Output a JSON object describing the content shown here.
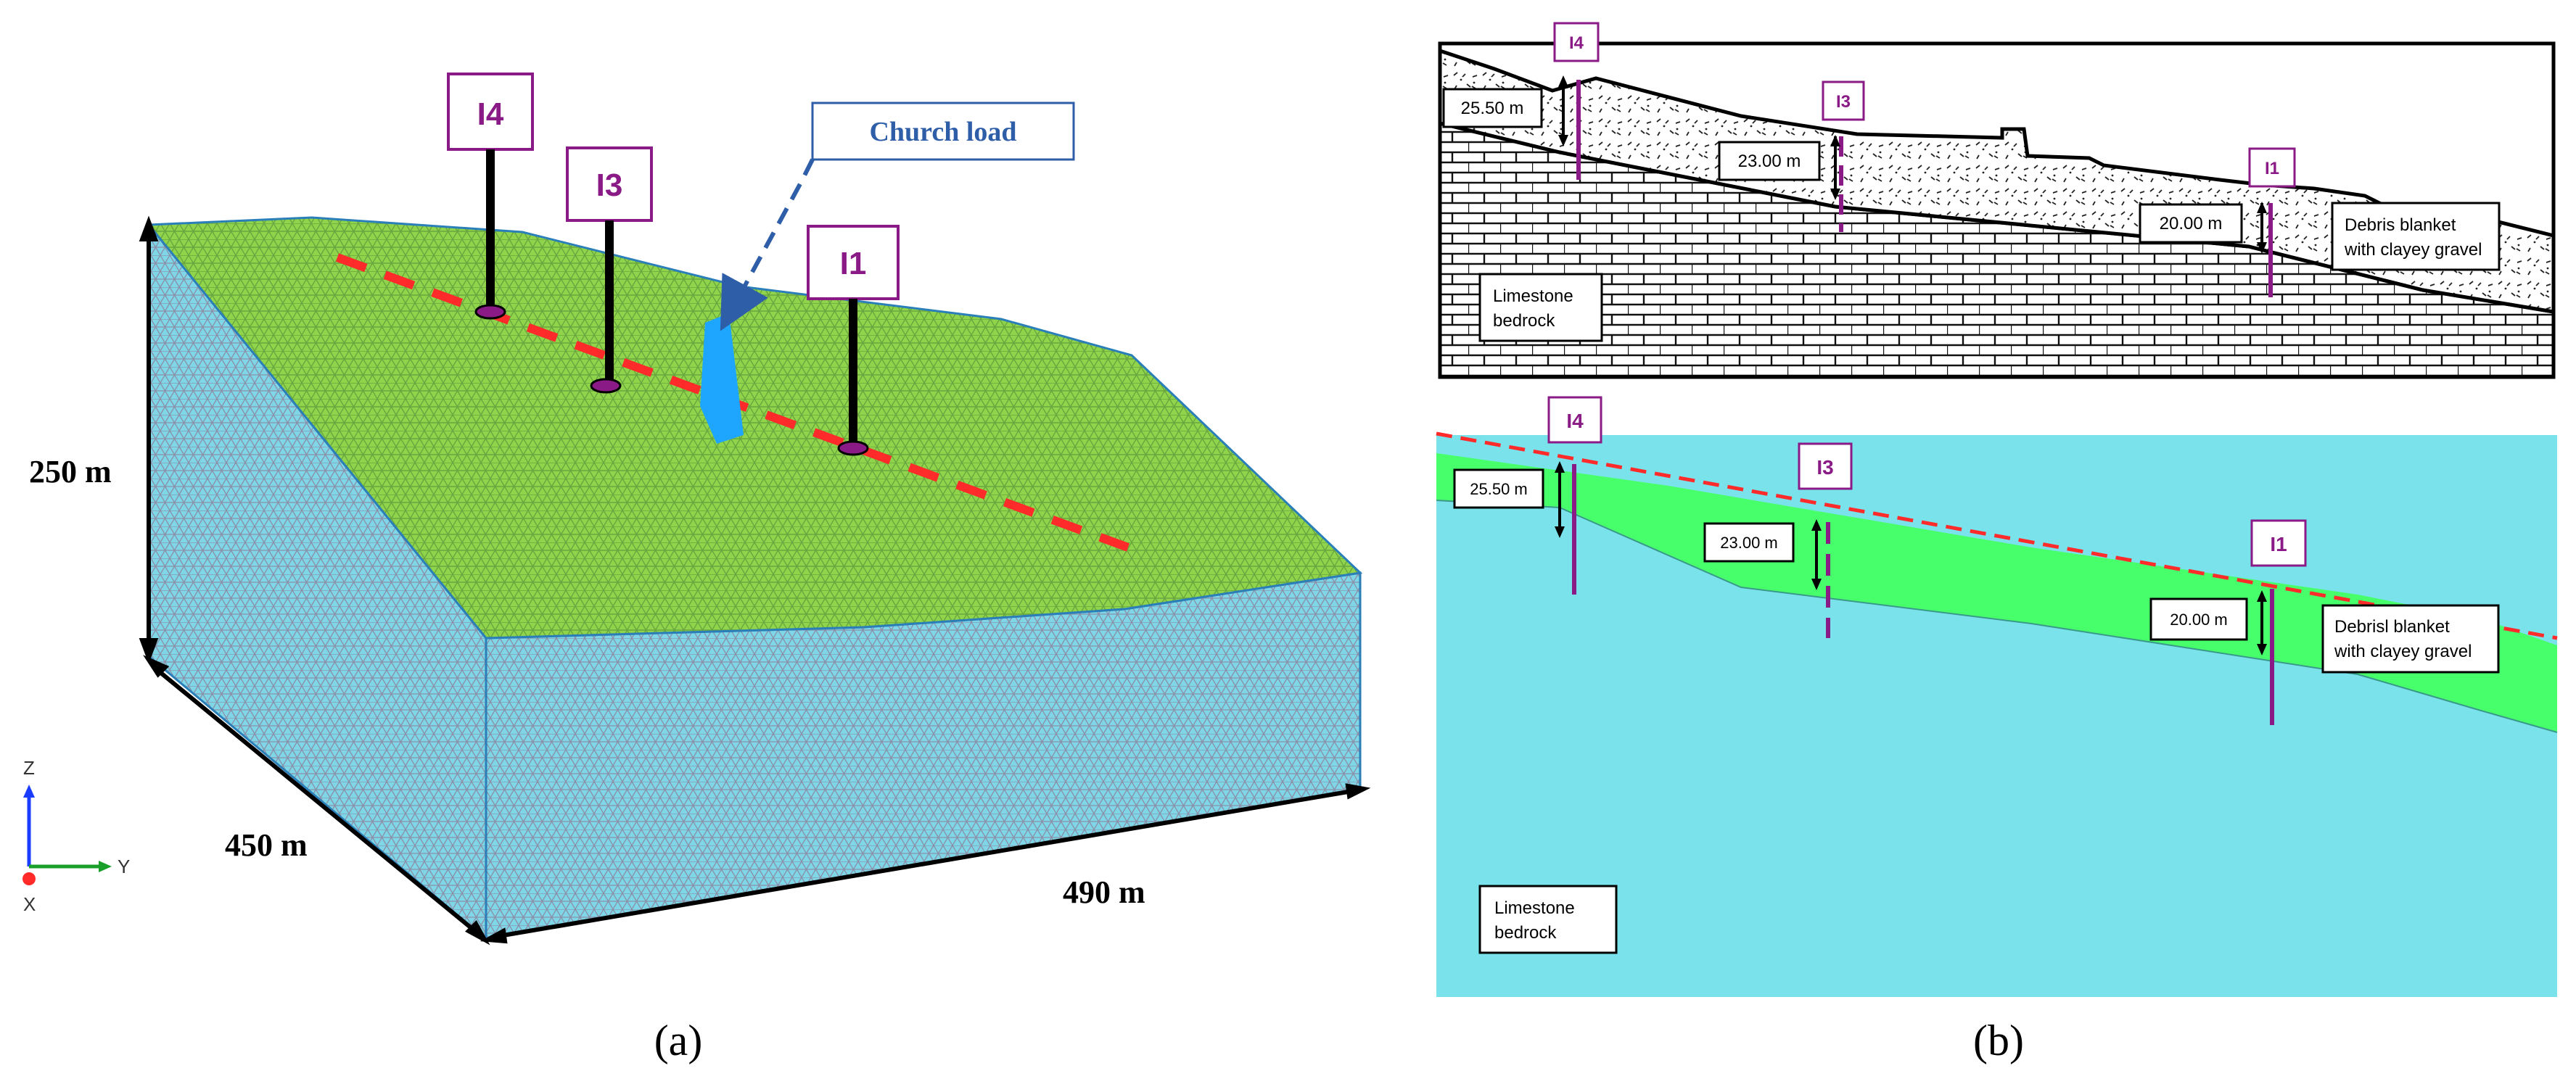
{
  "panel_a": {
    "dims": {
      "height": "250 m",
      "width": "450 m",
      "length": "490 m"
    },
    "church_label": "Church load",
    "inclinometers": [
      "I4",
      "I3",
      "I1"
    ],
    "axes": {
      "z": "Z",
      "y": "Y",
      "x": "X"
    },
    "caption": "(a)"
  },
  "panel_b": {
    "top": {
      "inclinometers": [
        "I4",
        "I3",
        "I1"
      ],
      "depths": [
        "25.50 m",
        "23.00 m",
        "20.00 m"
      ],
      "debris_label": [
        "Debris blanket",
        "with clayey gravel"
      ],
      "bedrock_label": [
        "Limestone",
        "bedrock"
      ]
    },
    "bottom": {
      "inclinometers": [
        "I4",
        "I3",
        "I1"
      ],
      "depths": [
        "25.50 m",
        "23.00 m",
        "20.00 m"
      ],
      "debris_label": [
        "Debrisl blanket",
        "with clayey gravel"
      ],
      "bedrock_label": [
        "Limestone",
        "bedrock"
      ]
    },
    "caption": "(b)"
  },
  "colors": {
    "mesh_green": "#8fd44a",
    "mesh_cyan": "#7fd6e6",
    "debris_green": "#47ff6a",
    "bedrock_cyan": "#79e2ea",
    "inclinometer_purple": "#8a1a86",
    "section_red": "#ff2a2a",
    "church_blue": "#1ea6ff",
    "callout_blue": "#2f5ea8"
  }
}
